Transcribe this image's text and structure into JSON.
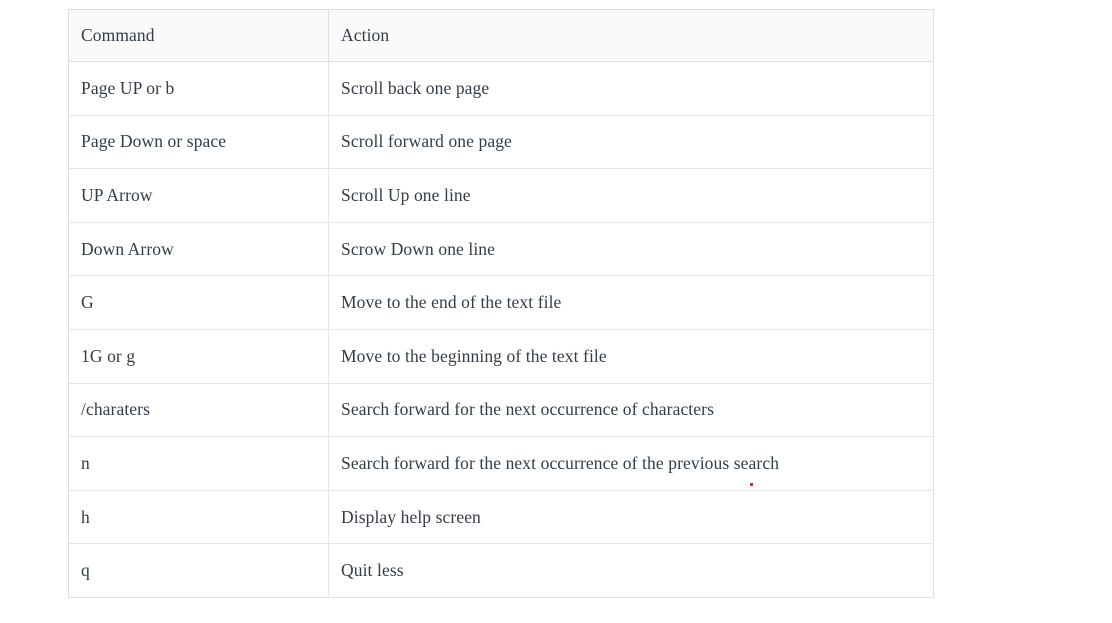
{
  "table": {
    "columns": [
      {
        "key": "command",
        "label": "Command"
      },
      {
        "key": "action",
        "label": "Action"
      }
    ],
    "rows": [
      {
        "command": "Page UP or b",
        "action": "Scroll back one page"
      },
      {
        "command": "Page Down or space",
        "action": "Scroll forward one page"
      },
      {
        "command": "UP Arrow",
        "action": "Scroll Up one line"
      },
      {
        "command": "Down Arrow",
        "action": "Scrow Down one line"
      },
      {
        "command": "G",
        "action": "Move to the end of the text file"
      },
      {
        "command": "1G or g",
        "action": "Move to the beginning of the text file"
      },
      {
        "command": "/charaters",
        "action": "Search forward for the next occurrence of characters"
      },
      {
        "command": "n",
        "action": "Search forward for the next occurrence of the previous search"
      },
      {
        "command": "h",
        "action": "Display help screen"
      },
      {
        "command": "q",
        "action": "Quit less"
      }
    ]
  },
  "style": {
    "page_background": "#ffffff",
    "header_background": "#fafafa",
    "border_color": "#dedede",
    "row_border_color": "#e6e6e6",
    "text_color": "#333d47",
    "marker_color": "#e3242b"
  },
  "annotations": {
    "cursor_dot": {
      "name": "red-dot-marker"
    }
  }
}
